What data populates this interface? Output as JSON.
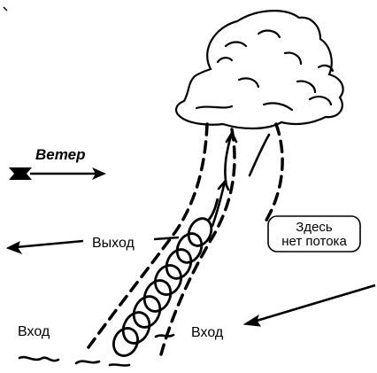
{
  "diagram": {
    "wind_label": "Ветер",
    "exit_label": "Выход",
    "no_flow_label_line1": "Здесь",
    "no_flow_label_line2": "нет потока",
    "inlet_left_label": "Вход",
    "inlet_right_label": "Вход"
  },
  "colors": {
    "ink": "#000000",
    "background": "#ffffff"
  },
  "icons": [
    "wind-arrow-icon",
    "exit-arrow-icon",
    "inlet-arrow-icon",
    "spiral-updraft-icon",
    "cloud-icon"
  ]
}
